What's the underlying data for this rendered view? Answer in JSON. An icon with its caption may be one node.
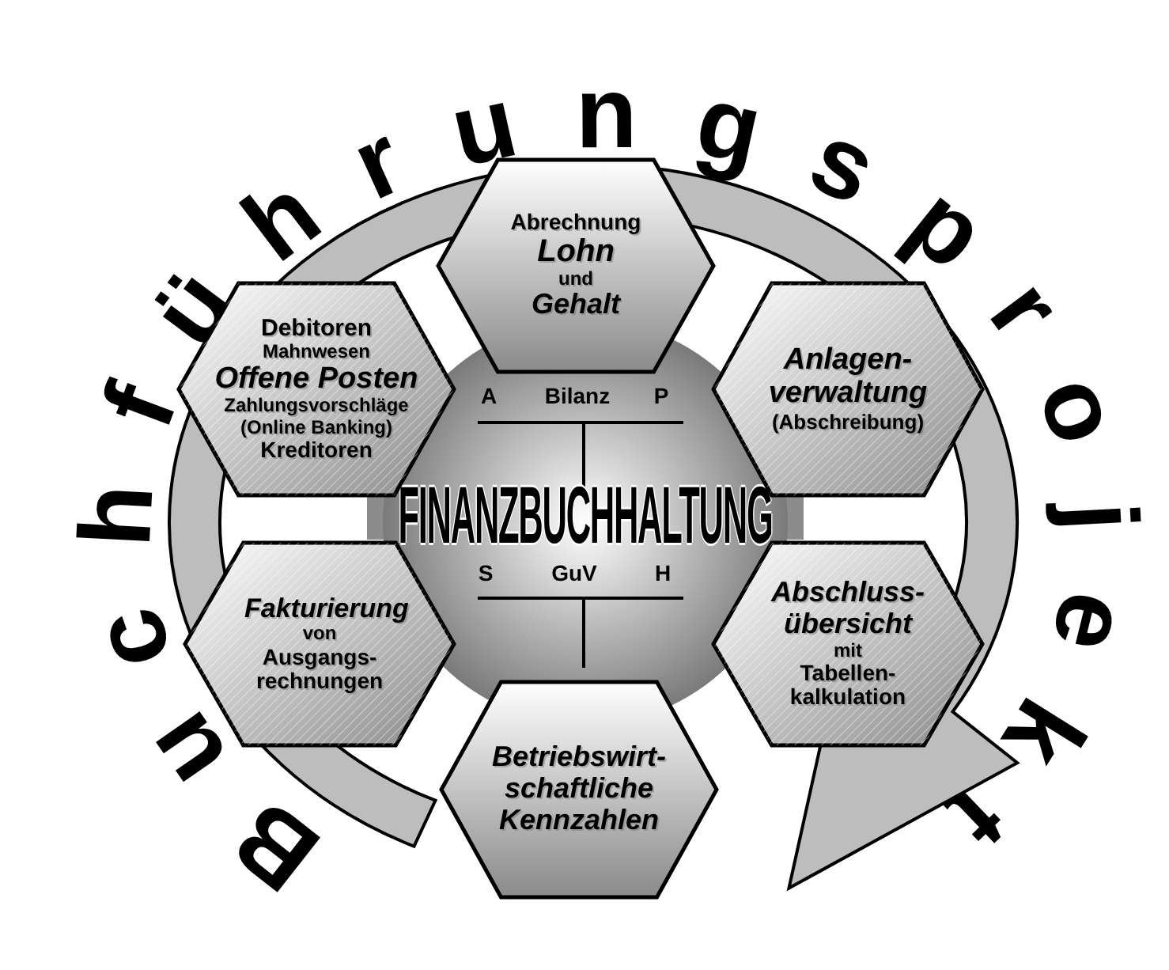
{
  "diagram": {
    "nodes": [
      {
        "text": [
          "Abrechnung",
          "Lohn",
          "und",
          "Gehalt"
        ]
      },
      {
        "text": [
          "Debitoren",
          "Mahnwesen",
          "Offene Posten",
          "Zahlungsvorschläge (Online Banking)",
          "Kreditoren"
        ]
      },
      {
        "text": [
          "Anlagen- verwaltung",
          "(Abschreibung)"
        ]
      },
      {
        "text": [
          "A",
          "Bilanz",
          "P",
          "FINANZBUCHHALTUNG",
          "S",
          "GuV",
          "H"
        ]
      },
      {
        "text": [
          "Fakturierung",
          "von",
          "Ausgangs- rechnungen"
        ]
      },
      {
        "text": [
          "Abschluss- übersicht",
          "mit",
          "Tabellen- kalkulation"
        ]
      },
      {
        "text": [
          "Betriebswirt- schaftliche Kennzahlen"
        ]
      }
    ],
    "labels": [
      "Buchführungsprojekt"
    ]
  }
}
